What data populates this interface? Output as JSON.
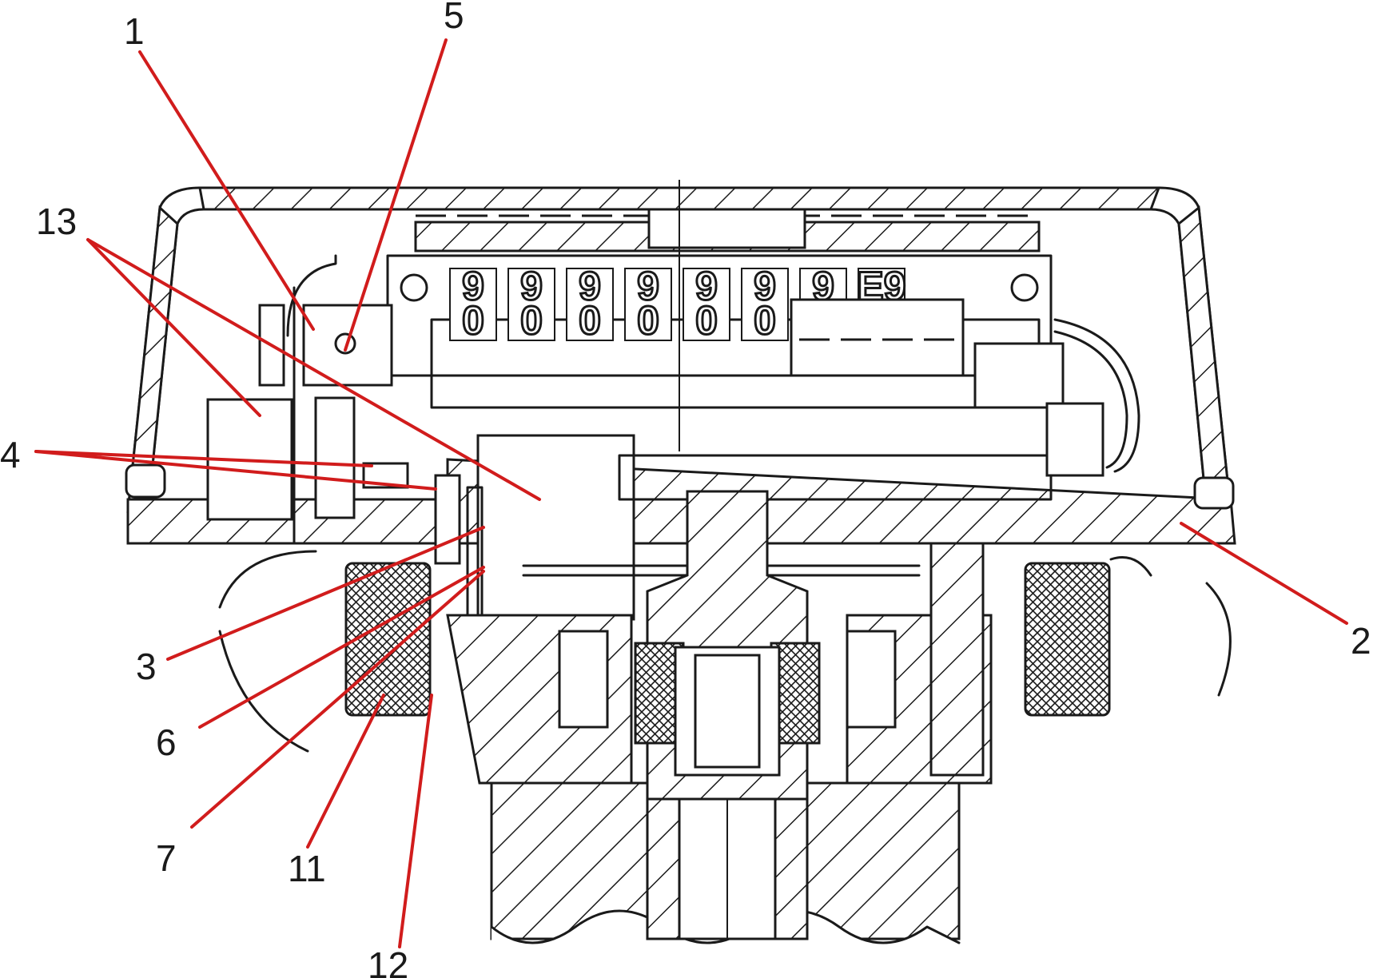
{
  "diagram": {
    "colors": {
      "ink": "#1a1a1a",
      "leader": "#d11c1c",
      "background": "#ffffff"
    },
    "callouts": [
      "1",
      "2",
      "3",
      "4",
      "5",
      "6",
      "7",
      "11",
      "12",
      "13"
    ],
    "counter_digits_top": [
      "9",
      "9",
      "9",
      "9",
      "9",
      "9",
      "9",
      "E9"
    ],
    "counter_digits_bottom": [
      "0",
      "0",
      "0",
      "0",
      "0",
      "0"
    ]
  }
}
